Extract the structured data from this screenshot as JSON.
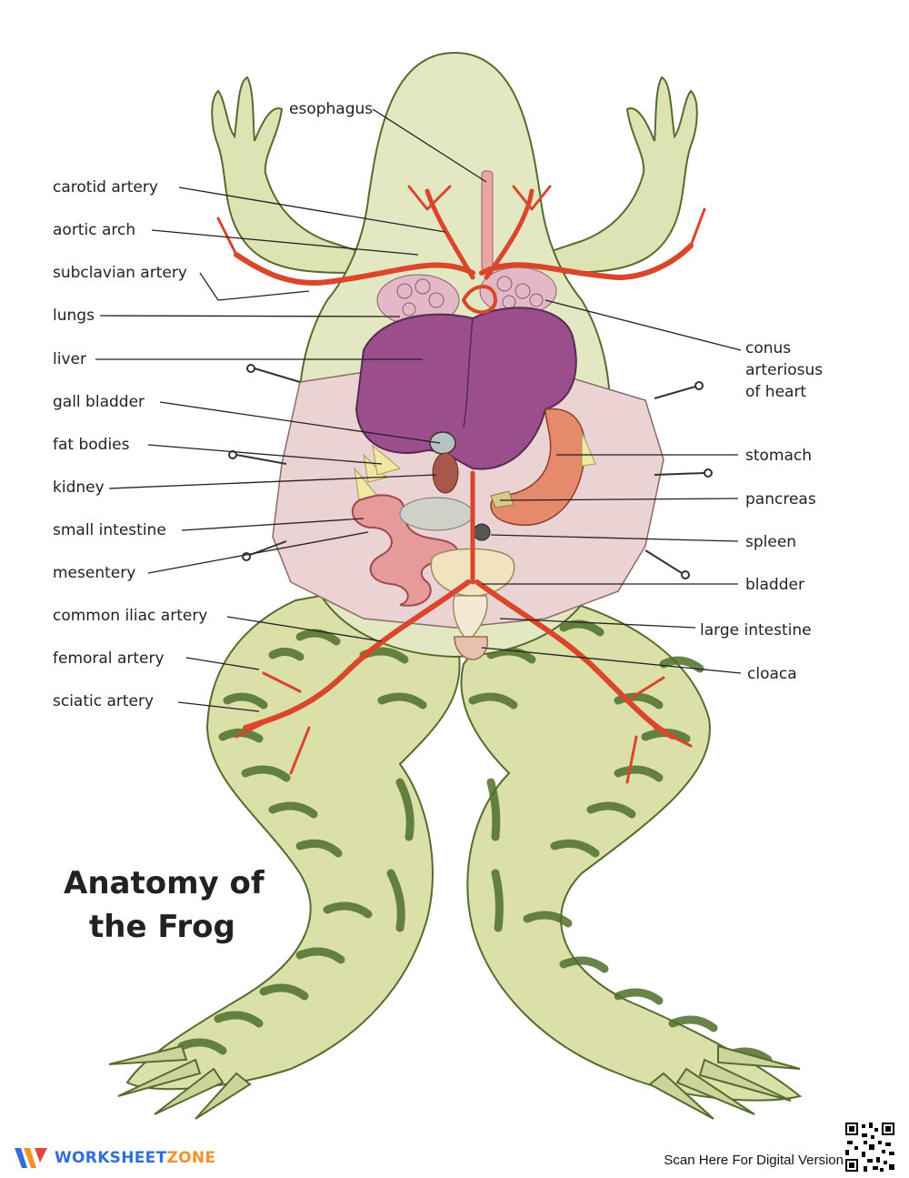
{
  "title": {
    "line1": "Anatomy of",
    "line2": "the Frog"
  },
  "labels": {
    "esophagus": "esophagus",
    "carotid_artery": "carotid artery",
    "aortic_arch": "aortic arch",
    "subclavian_artery": "subclavian artery",
    "lungs": "lungs",
    "liver": "liver",
    "gall_bladder": "gall bladder",
    "fat_bodies": "fat bodies",
    "kidney": "kidney",
    "small_intestine": "small intestine",
    "mesentery": "mesentery",
    "common_iliac_artery": "common iliac artery",
    "femoral_artery": "femoral artery",
    "sciatic_artery": "sciatic artery",
    "conus_line1": "conus",
    "conus_line2": "arteriosus",
    "conus_line3": "of heart",
    "stomach": "stomach",
    "pancreas": "pancreas",
    "spleen": "spleen",
    "bladder": "bladder",
    "large_intestine": "large intestine",
    "cloaca": "cloaca"
  },
  "footer": {
    "brand_part1": "WORKSHEET",
    "brand_part2": "ZONE",
    "scan_text": "Scan Here For Digital Version"
  },
  "colors": {
    "skin": "#e3e8c2",
    "skin_dark": "#5e7a34",
    "artery": "#d9462b",
    "liver": "#9a4f8c",
    "stomach": "#e58a6a",
    "body_cavity": "#ecd3d3",
    "brand_blue": "#2f6fd6",
    "brand_orange": "#f0932b"
  },
  "icons": {
    "logo": "worksheetzone-logo-icon",
    "qr": "qr-code-icon"
  }
}
